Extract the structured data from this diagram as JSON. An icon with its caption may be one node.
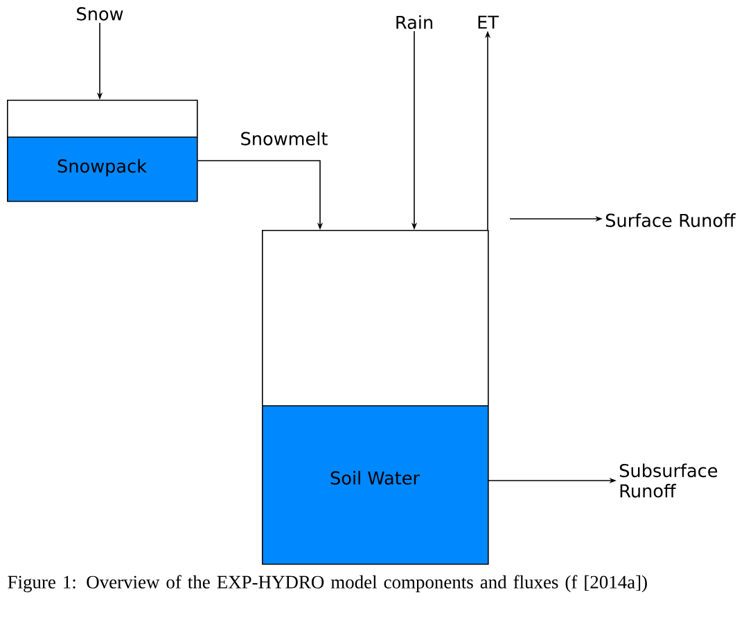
{
  "diagram": {
    "caption": "Figure 1: Overview of the EXP-HYDRO model components and fluxes (f [2014a])",
    "nodes": [
      {
        "text": [
          "Snow"
        ]
      },
      {
        "text": [
          "Snowpack"
        ]
      },
      {
        "text": [
          "Rain"
        ]
      },
      {
        "text": [
          "ET"
        ]
      },
      {
        "text": [
          "Soil Water"
        ]
      },
      {
        "text": [
          "Surface Runoff"
        ]
      },
      {
        "text": [
          "Subsurface Runoff"
        ]
      }
    ],
    "edges": [
      {
        "from": 0,
        "to": 1,
        "arrow": "to"
      },
      {
        "from": 1,
        "to": 4,
        "arrow": "to",
        "label": "Snowmelt"
      },
      {
        "from": 2,
        "to": 4,
        "arrow": "to"
      },
      {
        "from": 4,
        "to": 3,
        "arrow": "to"
      },
      {
        "from": 4,
        "to": 5,
        "arrow": "to"
      },
      {
        "from": 4,
        "to": 6,
        "arrow": "to"
      }
    ]
  }
}
